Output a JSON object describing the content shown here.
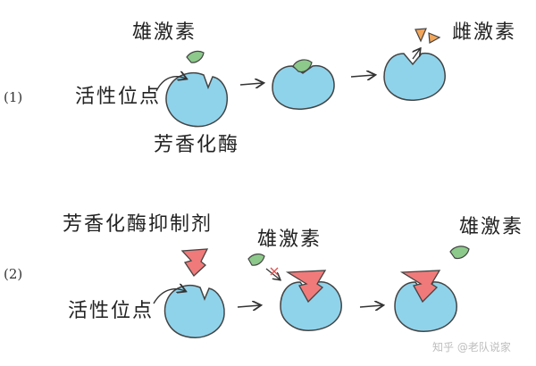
{
  "panels": {
    "panel_1": {
      "number": "(1)",
      "testosterone": "雄激素",
      "active_site": "活性位点",
      "enzyme": "芳香化酶",
      "estrogen": "雌激素"
    },
    "panel_2": {
      "number": "(2)",
      "inhibitor": "芳香化酶抑制剂",
      "testosterone_blocked": "雄激素",
      "active_site": "活性位点",
      "testosterone_free": "雄激素"
    }
  },
  "watermark": "知乎 @老队说家",
  "colors": {
    "enzyme_fill": "#8fd3eb",
    "enzyme_stroke": "#444444",
    "androgen_fill": "#8cc98a",
    "estrogen_fill": "#f2a65a",
    "inhibitor_fill": "#f07a7a",
    "block_mark": "#e05050",
    "text": "#222222"
  },
  "icons": [
    "enzyme-blob",
    "androgen-leaf",
    "estrogen-fragment",
    "inhibitor-arrow",
    "curved-arrow",
    "right-arrow",
    "blocked-cross-icon"
  ]
}
